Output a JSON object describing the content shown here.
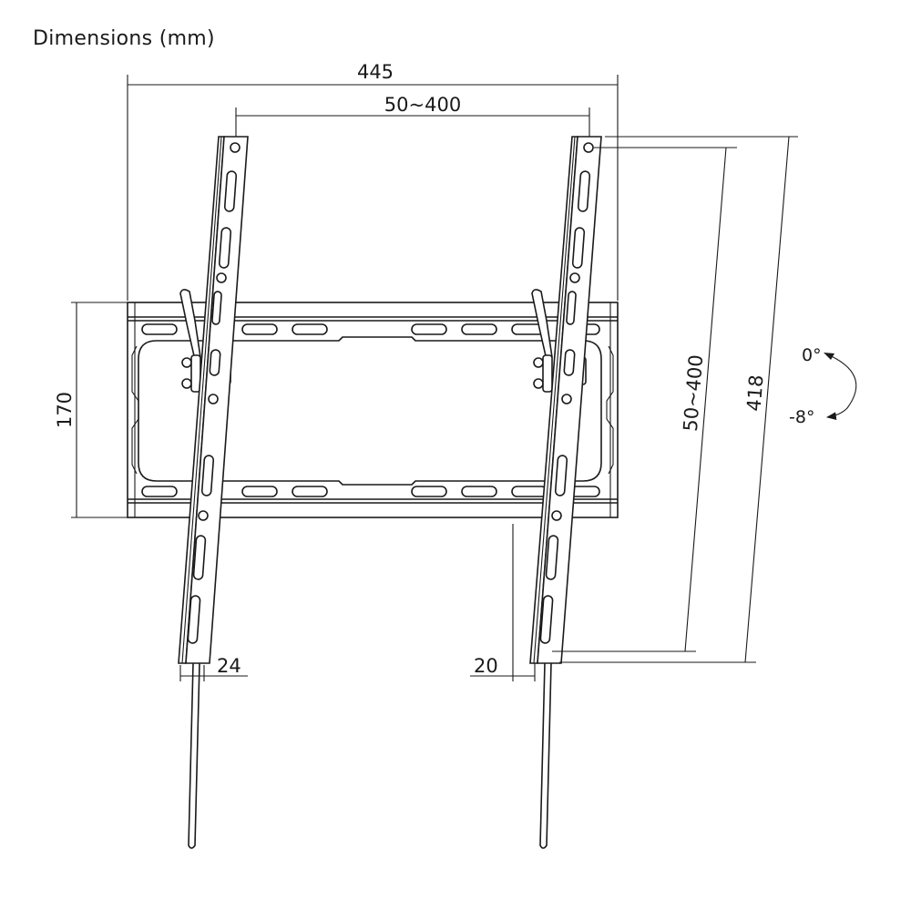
{
  "title": "Dimensions (mm)",
  "dimensions": {
    "overall_width": "445",
    "vesa_horizontal": "50~400",
    "wall_plate_height": "170",
    "vesa_vertical": "50~400",
    "overall_height": "418",
    "arm_depth_left": "24",
    "arm_depth_right": "20"
  },
  "tilt": {
    "max": "0°",
    "min": "-8°"
  }
}
